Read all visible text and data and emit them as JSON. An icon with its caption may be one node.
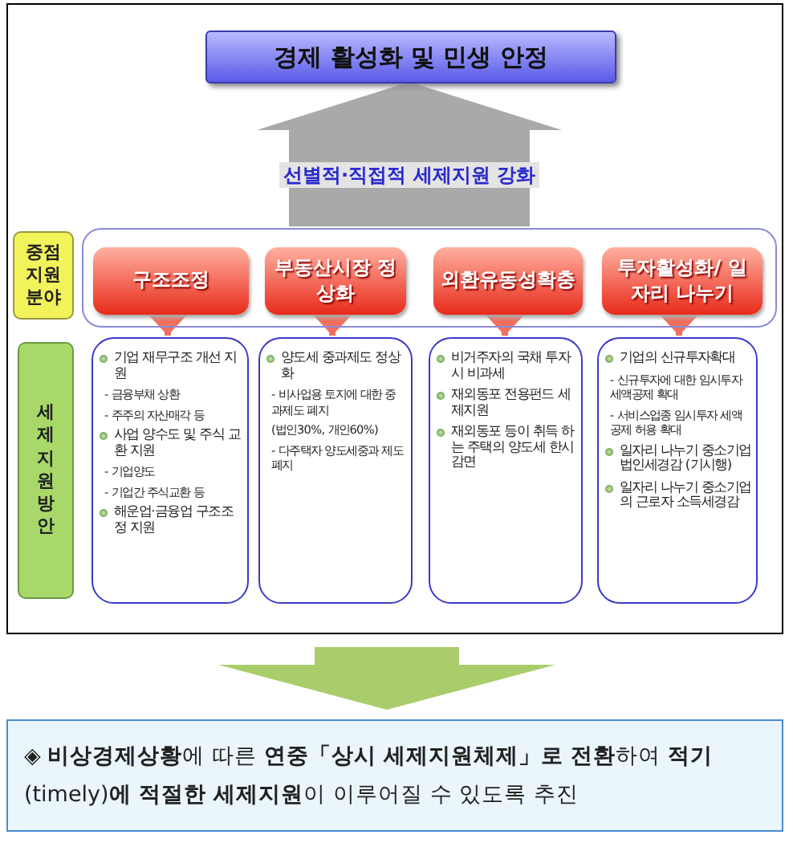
{
  "diagram": {
    "nodes": [
      {
        "text": [],
        "shape": "box"
      },
      {
        "text": [
          "경제 활성화 및 민생 안정"
        ],
        "in": 0
      },
      {
        "text": [
          "중점 지원 분야"
        ],
        "in": 0
      },
      {
        "text": [],
        "shape": "box",
        "in": 0
      },
      {
        "text": [
          "구조조정"
        ],
        "in": 3
      },
      {
        "text": [
          "부동산시장 정상화"
        ],
        "in": 3
      },
      {
        "text": [
          "외환유동성확충"
        ],
        "in": 3
      },
      {
        "text": [
          "투자활성화/ 일자리 나누기"
        ],
        "in": 3
      },
      {
        "text": [
          "세제 지원 방안"
        ],
        "in": 0
      },
      {
        "text": [
          "기업 재무구조 개선 지원",
          "- 금융부채 상환",
          "- 주주의 자산매각 등",
          "사업 양수도 및 주식 교환 지원",
          "- 기업양도",
          "- 기업간 주식교환 등",
          "해운업·금융업 구조조정 지원"
        ],
        "in": 0
      },
      {
        "text": [
          "양도세 중과제도 정상화",
          "- 비사업용 토지에 대한 중과제도 폐지",
          "(법인30%, 개인60%)",
          "- 다주택자 양도세중과 제도 폐지"
        ],
        "in": 0
      },
      {
        "text": [
          "비거주자의 국채 투자시 비과세",
          "재외동포 전용펀드 세제지원",
          "재외동포 등이 취득 하는 주택의 양도세 한시 감면"
        ],
        "in": 0
      },
      {
        "text": [
          "기업의 신규투자확대",
          "- 신규투자에 대한 임시투자세액공제 확대",
          "- 서비스업종 임시투자 세액공제 허용 확대",
          "일자리 나누기 중소기업 법인세경감 (기시행)",
          "일자리 나누기 중소기업의 근로자 소득세경감"
        ],
        "in": 0
      },
      {
        "text": [
          "◈ **비상경제상황**에 따른 **연중「상시 세제지원체제」로 전환**하여 **적기**(timely)**에 적절한 세제지원**이 이루어질 수 있도록 추진"
        ]
      }
    ],
    "edges": [
      {
        "from": 3,
        "to": 1,
        "arrow": "to",
        "label": "선별적·직접적 세제지원 강화",
        "style": "thick"
      },
      {
        "from": 4,
        "to": 9,
        "arrow": "to"
      },
      {
        "from": 5,
        "to": 10,
        "arrow": "to"
      },
      {
        "from": 6,
        "to": 11,
        "arrow": "to"
      },
      {
        "from": 7,
        "to": 12,
        "arrow": "to"
      },
      {
        "from": 0,
        "to": 13,
        "arrow": "to",
        "style": "thick"
      }
    ]
  }
}
